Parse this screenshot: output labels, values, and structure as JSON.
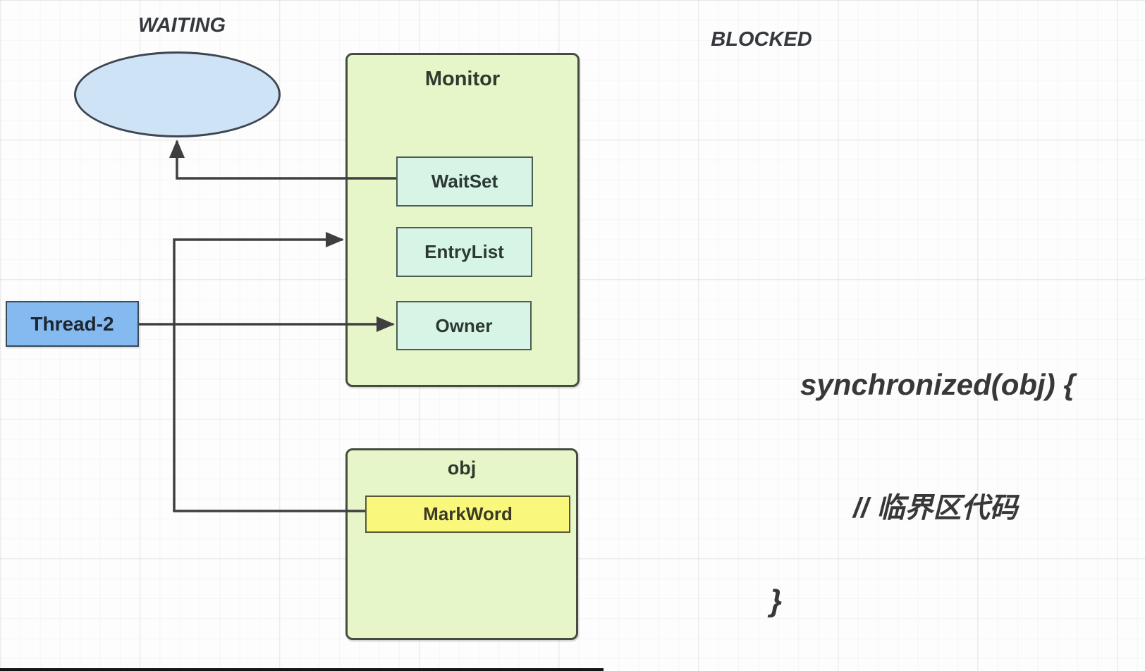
{
  "annotations": {
    "waiting_label": "WAITING",
    "blocked_label": "BLOCKED"
  },
  "code": {
    "line1": "synchronized(obj) {",
    "line2": "// 临界区代码",
    "line3": "}"
  },
  "monitor": {
    "title": "Monitor",
    "fields": [
      "WaitSet",
      "EntryList",
      "Owner"
    ]
  },
  "obj": {
    "title": "obj",
    "field": "MarkWord"
  },
  "thread": {
    "label": "Thread-2"
  },
  "colors": {
    "group_fill": "#e6f6c9",
    "group_border": "#454d41",
    "field_fill": "#d7f5e7",
    "field_border": "#4e5c54",
    "markword_fill": "#faf87c",
    "thread_fill": "#85baf0",
    "ellipse_fill": "#cfe3f7",
    "connector": "#3f3f3f",
    "grid_line": "#ececec",
    "background": "#fdfdfd"
  }
}
